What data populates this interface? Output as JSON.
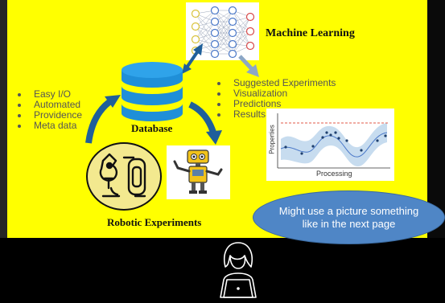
{
  "labels": {
    "machine_learning": "Machine Learning",
    "database": "Database",
    "robotic_experiments": "Robotic Experiments"
  },
  "left_bullets": [
    "Easy I/O",
    "Automated",
    "Providence",
    "Meta data"
  ],
  "right_bullets": [
    "Suggested Experiments",
    "Visualization",
    "Predictions",
    "Results"
  ],
  "plot": {
    "xlabel": "Processing",
    "ylabel": "Properties"
  },
  "callout": {
    "text": "Might use a picture something like in the next page"
  },
  "colors": {
    "slide_background": "#ffff00",
    "database": "#1f8fd8",
    "arrow": "#1f5f9a",
    "callout_fill": "#4f86c6",
    "plot_band": "#c7dcef",
    "plot_dashed_line": "#e05a4a"
  },
  "icons": [
    "neural-network-icon",
    "database-icon",
    "lab-equipment-icon",
    "robot-icon",
    "person-laptop-icon"
  ]
}
